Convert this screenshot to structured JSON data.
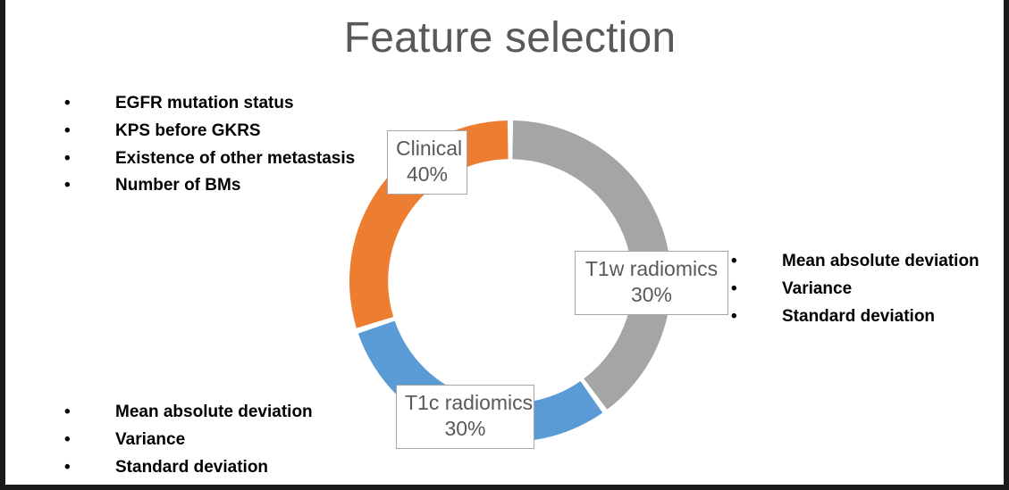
{
  "slide": {
    "title": "Feature selection"
  },
  "bullet_lists": {
    "clinical": {
      "marker": "•",
      "items": [
        "EGFR mutation status",
        "KPS before GKRS",
        "Existence of other metastasis",
        "Number of BMs"
      ]
    },
    "t1w_radiomics": {
      "marker": "•",
      "items": [
        "Mean absolute deviation",
        "Variance",
        "Standard deviation"
      ]
    },
    "t1c_radiomics": {
      "marker": "•",
      "items": [
        "Mean absolute deviation",
        "Variance",
        "Standard deviation"
      ]
    }
  },
  "chart_data": {
    "type": "pie",
    "variant": "doughnut",
    "title": "Feature selection",
    "categories": [
      "Clinical",
      "T1w radiomics",
      "T1c radiomics"
    ],
    "values": [
      40,
      30,
      30
    ],
    "value_labels": [
      "40%",
      "30%",
      "30%"
    ],
    "unit": "%",
    "total": 100,
    "colors": [
      "#A5A5A5",
      "#5B9BD5",
      "#ED7D31"
    ],
    "start_angle_deg": 0,
    "direction": "clockwise",
    "inner_radius_ratio": 0.76,
    "legend": "none",
    "labels_position": "callout-boxes",
    "label_text_color": "#595959",
    "label_border_color": "#A6A6A6",
    "slices": [
      {
        "name": "Clinical",
        "value": 40,
        "value_label": "40%",
        "color": "#A5A5A5"
      },
      {
        "name": "T1w radiomics",
        "value": 30,
        "value_label": "30%",
        "color": "#5B9BD5"
      },
      {
        "name": "T1c radiomics",
        "value": 30,
        "value_label": "30%",
        "color": "#ED7D31"
      }
    ]
  },
  "chart_labels": {
    "clinical": {
      "name": "Clinical",
      "value": "40%"
    },
    "t1w": {
      "name": "T1w radiomics",
      "value": "30%"
    },
    "t1c": {
      "name": "T1c radiomics",
      "value": "30%"
    }
  },
  "colors": {
    "gray_slice": "#A5A5A5",
    "blue_slice": "#5B9BD5",
    "orange_slice": "#ED7D31",
    "title_text": "#595959",
    "body_text": "#000000",
    "slide_background": "#FFFFFF",
    "slide_frame": "#1A1A1A"
  }
}
